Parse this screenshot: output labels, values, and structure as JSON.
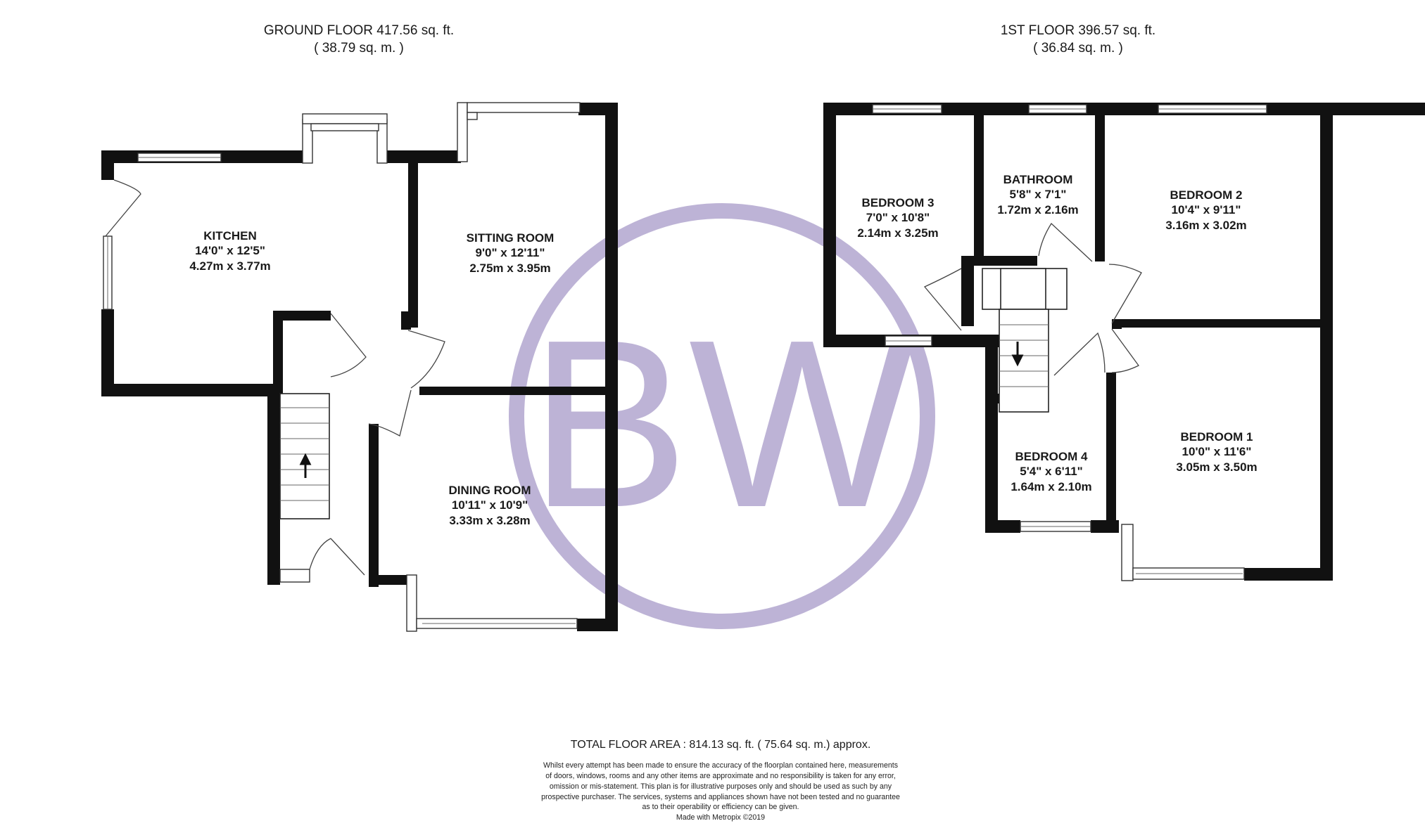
{
  "ground_floor": {
    "title": "GROUND FLOOR 417.56 sq. ft.",
    "subtitle": "( 38.79 sq. m. )",
    "rooms": [
      {
        "name": "KITCHEN",
        "imperial": "14'0\" x 12'5\"",
        "metric": "4.27m x 3.77m"
      },
      {
        "name": "SITTING ROOM",
        "imperial": "9'0\" x 12'11\"",
        "metric": "2.75m x 3.95m"
      },
      {
        "name": "DINING ROOM",
        "imperial": "10'11\" x 10'9\"",
        "metric": "3.33m x 3.28m"
      }
    ]
  },
  "first_floor": {
    "title": "1ST FLOOR 396.57 sq. ft.",
    "subtitle": "( 36.84 sq. m. )",
    "rooms": [
      {
        "name": "BEDROOM 3",
        "imperial": "7'0\" x 10'8\"",
        "metric": "2.14m x 3.25m"
      },
      {
        "name": "BATHROOM",
        "imperial": "5'8\" x 7'1\"",
        "metric": "1.72m x 2.16m"
      },
      {
        "name": "BEDROOM 2",
        "imperial": "10'4\" x 9'11\"",
        "metric": "3.16m x 3.02m"
      },
      {
        "name": "BEDROOM 4",
        "imperial": "5'4\" x 6'11\"",
        "metric": "1.64m x 2.10m"
      },
      {
        "name": "BEDROOM 1",
        "imperial": "10'0\" x 11'6\"",
        "metric": "3.05m x 3.50m"
      }
    ]
  },
  "watermark": {
    "text": "BW",
    "color": "#bdb3d6"
  },
  "footer": {
    "total": "TOTAL FLOOR AREA : 814.13 sq. ft. ( 75.64 sq. m.) approx.",
    "disclaimer": [
      "Whilst every attempt has been made to ensure the accuracy of the floorplan contained here, measurements",
      "of doors, windows, rooms and any other items are approximate and no responsibility is taken for any error,",
      "omission or mis-statement. This plan is for illustrative purposes only and should be used as such by any",
      "prospective purchaser. The services, systems and appliances shown have not been tested and no guarantee",
      "as to their operability or efficiency can be given."
    ],
    "credit": "Made with Metropix ©2019"
  }
}
